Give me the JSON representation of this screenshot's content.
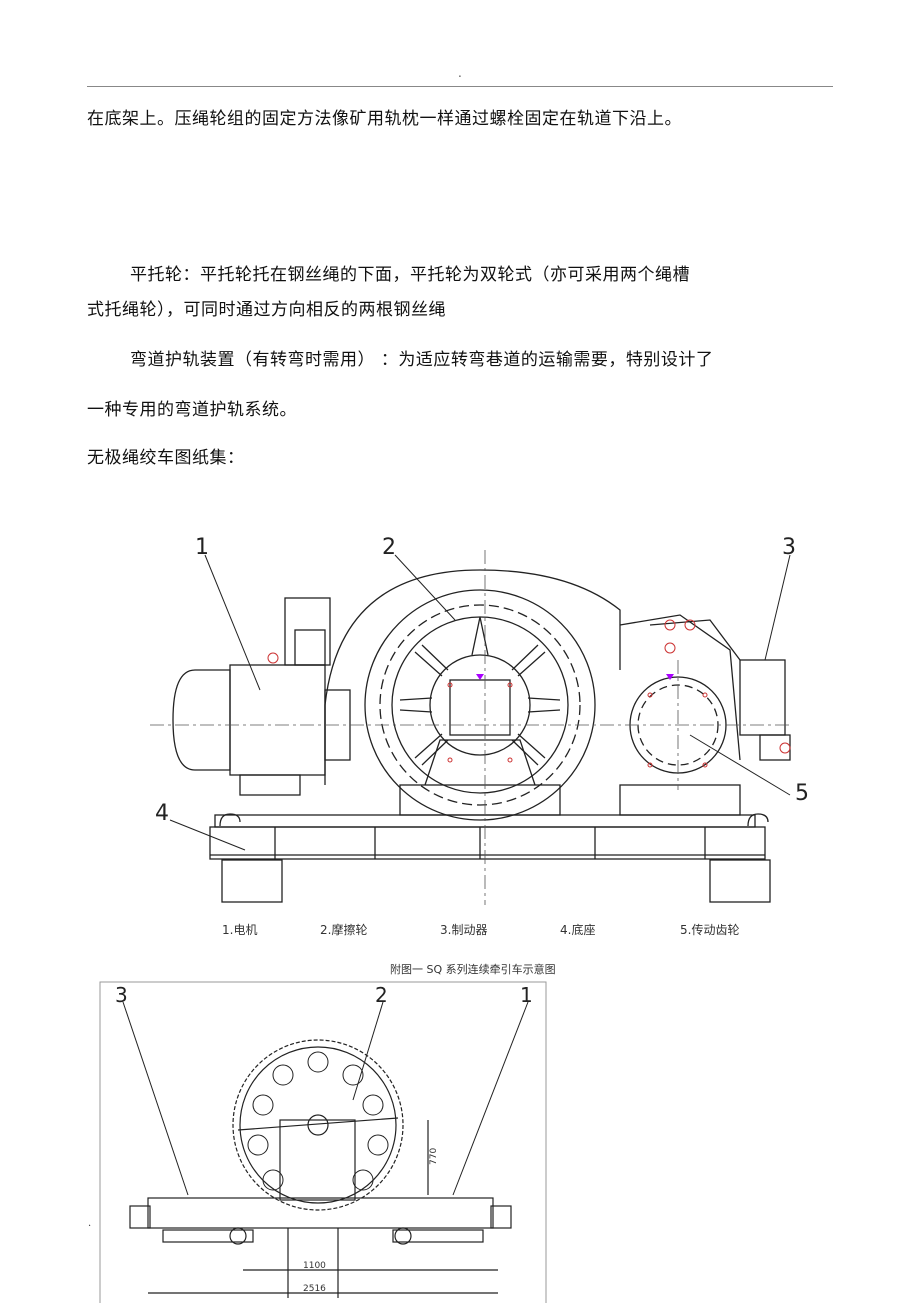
{
  "header": {
    "mark": "."
  },
  "paragraphs": {
    "p1": "在底架上。压绳轮组的固定方法像矿用轨枕一样通过螺栓固定在轨道下沿上。",
    "p2a": "平托轮：平托轮托在钢丝绳的下面，平托轮为双轮式（亦可采用两个绳槽",
    "p2b": "式托绳轮），可同时通过方向相反的两根钢丝绳",
    "p3a": "弯道护轨装置（有转弯时需用）  ：为适应转弯巷道的运输需要，特别设计了",
    "p3b": "一种专用的弯道护轨系统。",
    "p4": "无极绳绞车图纸集："
  },
  "figure1": {
    "callouts": [
      "1",
      "2",
      "3",
      "4",
      "5"
    ],
    "legend": [
      "1.电机",
      "2.摩擦轮",
      "3.制动器",
      "4.底座",
      "5.传动齿轮"
    ],
    "caption": "附图一    SQ 系列连续牵引车示意图"
  },
  "figure2": {
    "callouts": [
      "3",
      "2",
      "1"
    ],
    "dim_height": "770",
    "dim_inner": "1100",
    "dim_outer": "2516"
  },
  "margin_mark": "."
}
